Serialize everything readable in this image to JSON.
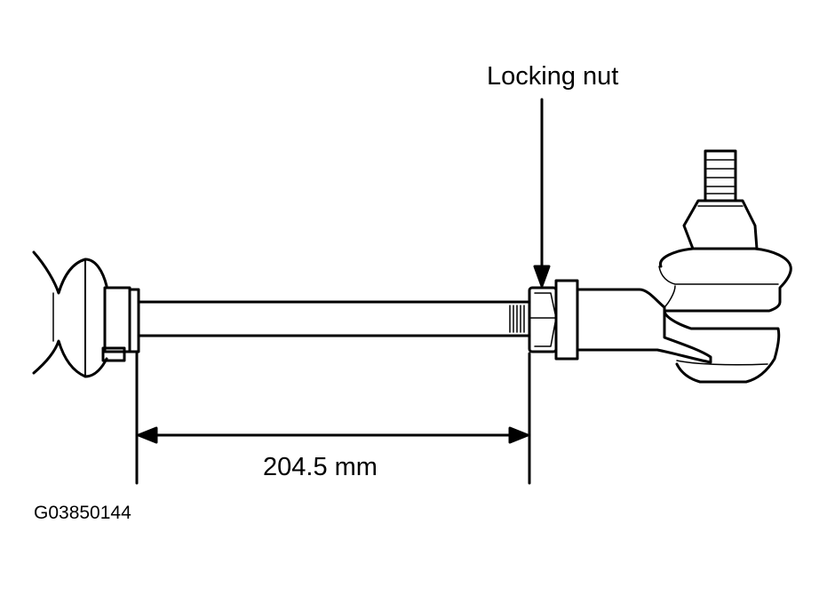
{
  "callouts": {
    "locking_nut": "Locking nut"
  },
  "dimension": {
    "label": "204.5 mm",
    "value": 204.5,
    "unit": "mm"
  },
  "figure_code": "G03850144",
  "colors": {
    "ink": "#000000",
    "paper": "#ffffff"
  }
}
